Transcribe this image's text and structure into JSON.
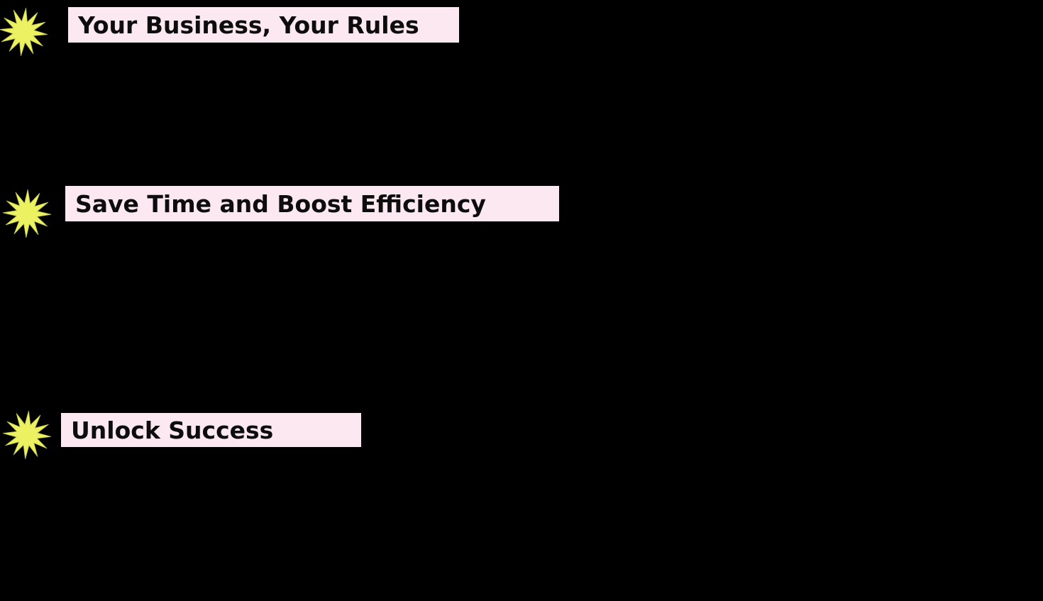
{
  "page": {
    "kind": "slide",
    "background_color": "#000000"
  },
  "colors": {
    "background": "#000000",
    "highlight_background": "#fce8f1",
    "star_fill": "#ecf162",
    "star_edge": "#b8be4a",
    "title_text": "#0d0d0d"
  },
  "icons": {
    "bullet": "starburst-icon"
  },
  "sections": [
    {
      "title": "Your Business, Your Rules"
    },
    {
      "title": "Save Time and Boost Efficiency"
    },
    {
      "title": "Unlock Success"
    }
  ]
}
